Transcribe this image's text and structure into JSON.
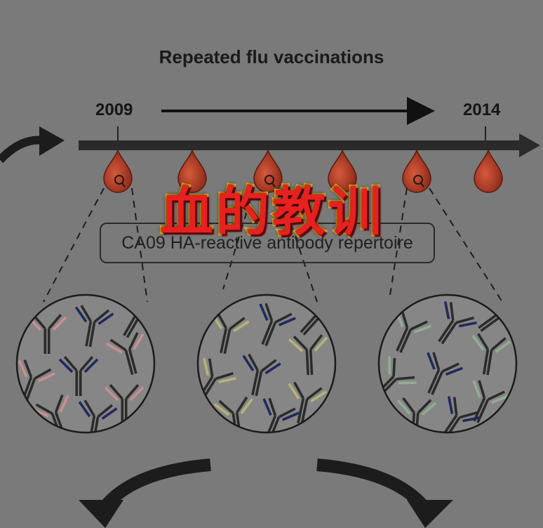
{
  "figure": {
    "title": "Repeated flu vaccinations",
    "start_year": "2009",
    "end_year": "2014",
    "repertoire_label": "CA09 HA-reactive antibody repertoire",
    "overlay_title": "血的教训"
  },
  "blood_drops": {
    "count": 6,
    "with_cells": [
      0,
      2,
      4
    ]
  },
  "repertoire_circles": [
    {
      "accent_color": "#c98f91",
      "dark_color": "#1e2a5c"
    },
    {
      "accent_color": "#b7b277",
      "dark_color": "#1e2a5c"
    },
    {
      "accent_color": "#8fae93",
      "dark_color": "#1e2a5c"
    }
  ],
  "colors": {
    "background": "#7a7a7a",
    "timeline": "#2a2a2a",
    "drop": "#b23a25",
    "overlay_fill": "#e8201f",
    "overlay_stroke": "#f2c21a"
  }
}
